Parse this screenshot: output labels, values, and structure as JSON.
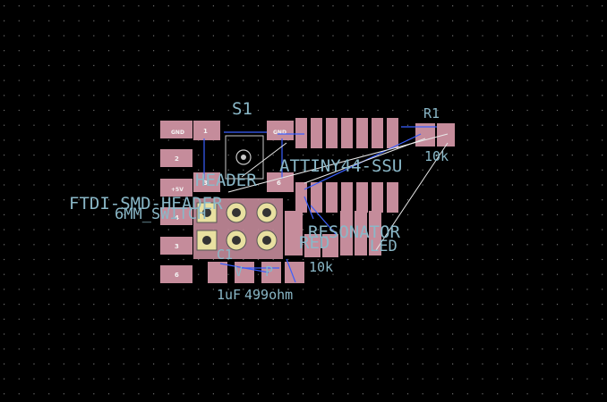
{
  "colors": {
    "background": "#000000",
    "grid_dot": "#6e6e6e",
    "pad": "#c58c9b",
    "pad_dark": "#9a6d79",
    "silkscreen": "#8ab8c8",
    "ratsnest": "#3a5fff",
    "airwire": "#e8e8e8",
    "drill_ring": "#e8e0a0",
    "outline": "#c8c8c8"
  },
  "silkscreen": {
    "s1_ref": "S1",
    "r1_ref": "R1",
    "r1_value": "10k",
    "u1_value": "ATTINY44-SSU",
    "header": "HEADER",
    "ftdi": "FTDI-SMD-HEADER",
    "six_mm": "6MM_SWITCH",
    "resonator": "RESONATOR",
    "red": "RED",
    "r_bottom_value": "10k",
    "c1_ref": "C1",
    "c1_value": "1uF",
    "r_led_value": "499ohm",
    "led_label": "LED",
    "v_ref": "V",
    "p_ref": "P"
  },
  "pad_labels": {
    "gnd": "GND",
    "five_v": "+5V",
    "one": "1",
    "two": "2",
    "three": "3",
    "four": "4",
    "six": "6"
  },
  "icons": {
    "tactile_switch": "switch-icon",
    "via": "via-icon"
  }
}
